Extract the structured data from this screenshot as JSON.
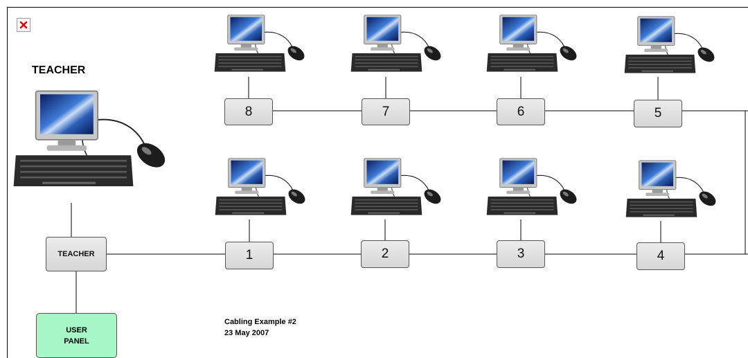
{
  "heading": "TEACHER",
  "teacher_node_label": "TEACHER",
  "user_panel": {
    "line1": "USER",
    "line2": "PANEL"
  },
  "caption": {
    "line1": "Cabling Example #2",
    "line2": "23 May 2007"
  },
  "top_row_labels": [
    "8",
    "7",
    "6",
    "5"
  ],
  "bottom_row_labels": [
    "1",
    "2",
    "3",
    "4"
  ],
  "icons": {
    "broken_image": "broken-image-icon",
    "workstation": "student-computer-icon",
    "teacher_workstation": "teacher-computer-icon"
  },
  "colors": {
    "user_panel": "#a8f7c6",
    "node_fill": "#e3e3e3",
    "line": "#000000"
  }
}
